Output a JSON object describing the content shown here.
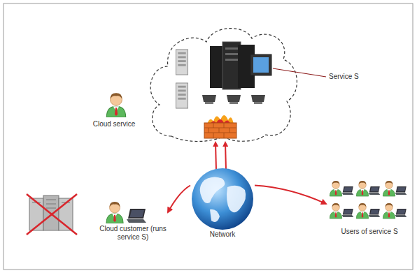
{
  "diagram": {
    "nodes": [
      {
        "text": [
          "Cloud service"
        ]
      },
      {
        "text": [
          "Cloud customer (runs service S)"
        ]
      },
      {
        "text": [
          "Network"
        ]
      },
      {
        "text": [
          "Users of service S"
        ]
      }
    ],
    "edges": [
      {
        "from": 2,
        "to": 1,
        "arrow": "to"
      },
      {
        "from": 2,
        "to": 3,
        "arrow": "to"
      }
    ],
    "labels": [
      "Service S"
    ]
  }
}
